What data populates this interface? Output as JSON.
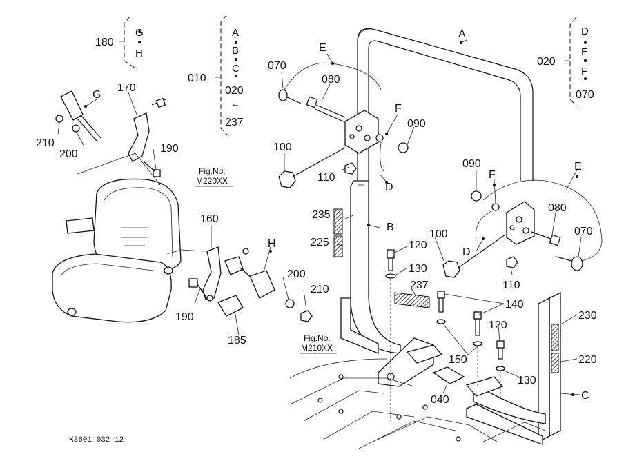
{
  "diagram": {
    "labels": {
      "l180": "180",
      "lG1": "G",
      "lH1": "H",
      "l010": "010",
      "lA1": "A",
      "lB1": "B",
      "lC1": "C",
      "l020a": "020",
      "ltilde": "~",
      "l237a": "237",
      "l020b": "020",
      "lD1": "D",
      "lE1": "E",
      "lF1": "F",
      "l070a": "070",
      "lA": "A",
      "lE": "E",
      "l070": "070",
      "l080": "080",
      "lF": "F",
      "l090": "090",
      "l100": "100",
      "l110": "110",
      "lD": "D",
      "lG": "G",
      "l170": "170",
      "l210": "210",
      "l200": "200",
      "l190": "190",
      "fig1a": "Fig.No.",
      "fig1b": "M220XX",
      "l235": "235",
      "lB": "B",
      "l225": "225",
      "l160": "160",
      "lH": "H",
      "l200b": "200",
      "l210b": "210",
      "l190b": "190",
      "l185": "185",
      "l120": "120",
      "l130": "130",
      "l237": "237",
      "l090b": "090",
      "lF2": "F",
      "lE2": "E",
      "l080b": "080",
      "l070b": "070",
      "l100b": "100",
      "lD2": "D",
      "l110b": "110",
      "l140": "140",
      "l120b": "120",
      "l150": "150",
      "l130b": "130",
      "l230": "230",
      "l220": "220",
      "lC": "C",
      "fig2a": "Fig.No.",
      "fig2b": "M210XX",
      "l040": "040"
    },
    "caption": "K3601 032 12"
  }
}
